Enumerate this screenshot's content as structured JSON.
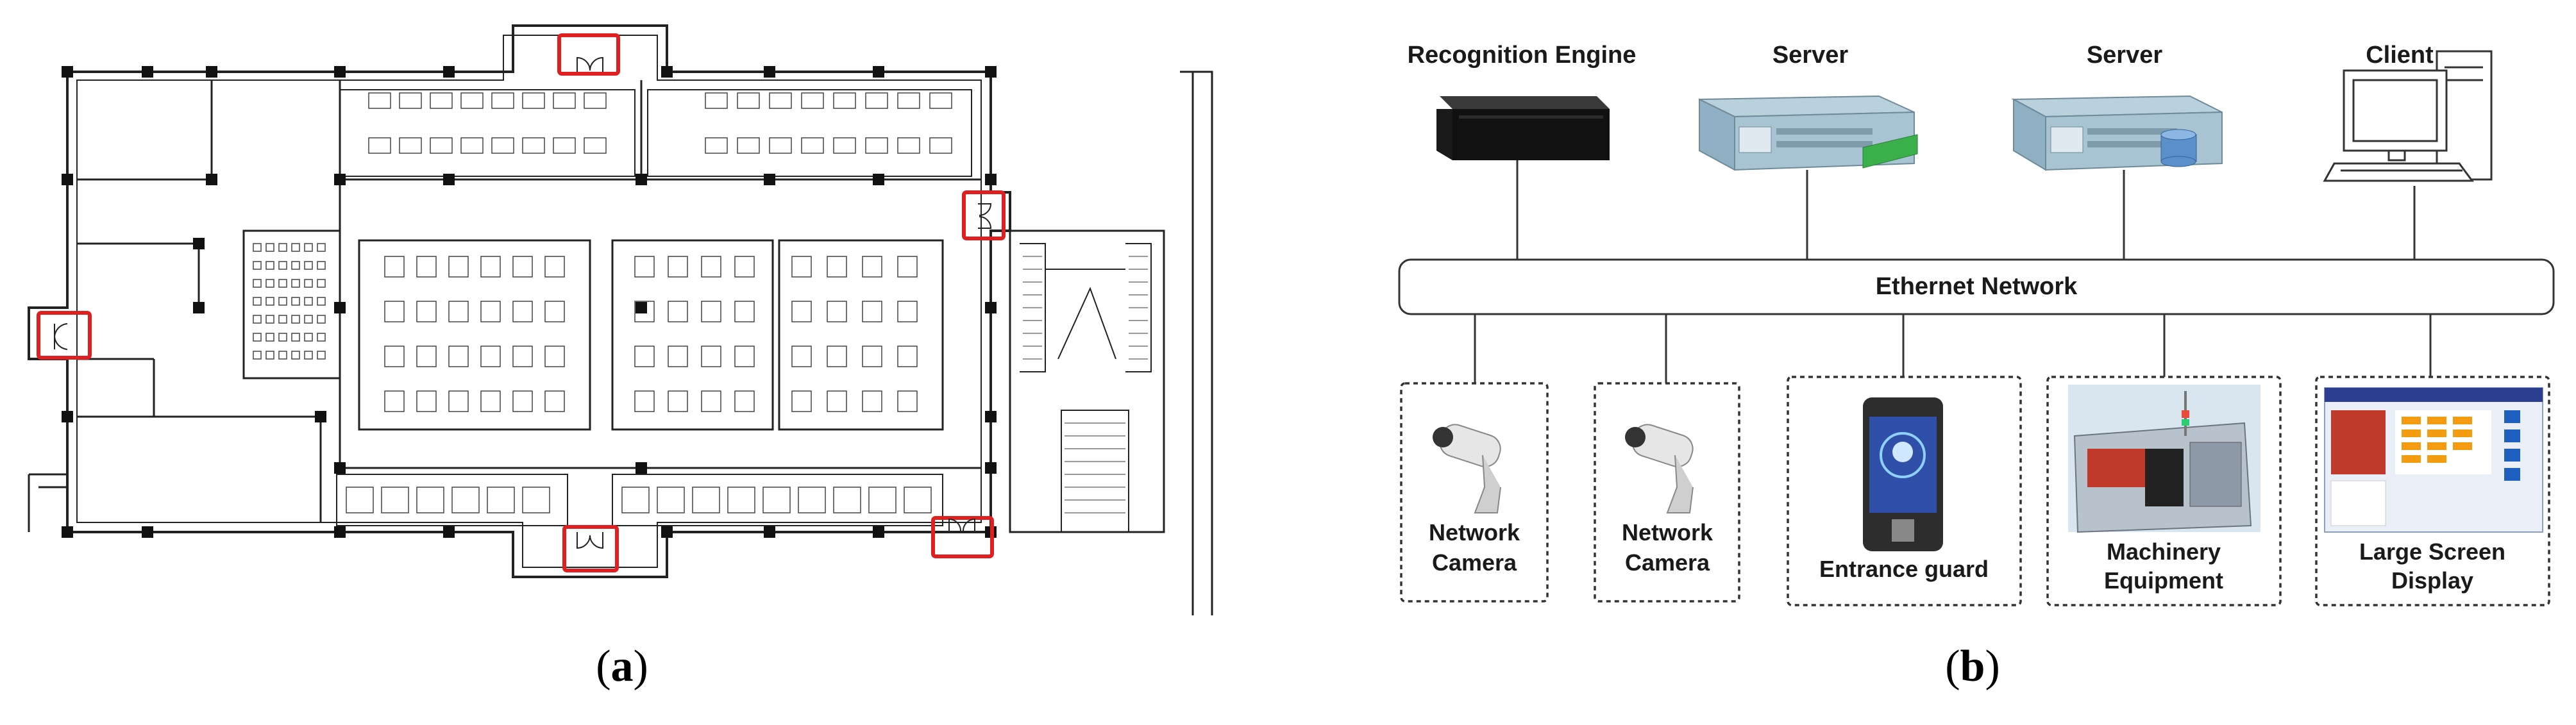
{
  "panel_a": {
    "caption_open": "(",
    "caption_letter": "a",
    "caption_close": ")"
  },
  "panel_b": {
    "caption_open": "(",
    "caption_letter": "b",
    "caption_close": ")",
    "top_devices": [
      {
        "label": "Recognition Engine",
        "icon": "recognition-engine-icon"
      },
      {
        "label": "Server",
        "icon": "server-icon"
      },
      {
        "label": "Server",
        "icon": "server-database-icon"
      },
      {
        "label": "Client",
        "icon": "client-computer-icon"
      }
    ],
    "network": {
      "label": "Ethernet Network"
    },
    "bottom_devices": [
      {
        "line1": "Network",
        "line2": "Camera",
        "icon": "camera-icon"
      },
      {
        "line1": "Network",
        "line2": "Camera",
        "icon": "camera-icon"
      },
      {
        "line1": "Entrance guard",
        "line2": "",
        "icon": "face-terminal-icon"
      },
      {
        "line1": "Machinery",
        "line2": "Equipment",
        "icon": "machine-icon"
      },
      {
        "line1": "Large Screen",
        "line2": "Display",
        "icon": "display-screen-icon"
      }
    ],
    "colors": {
      "highlight": "#e02020",
      "line": "#333333"
    }
  }
}
